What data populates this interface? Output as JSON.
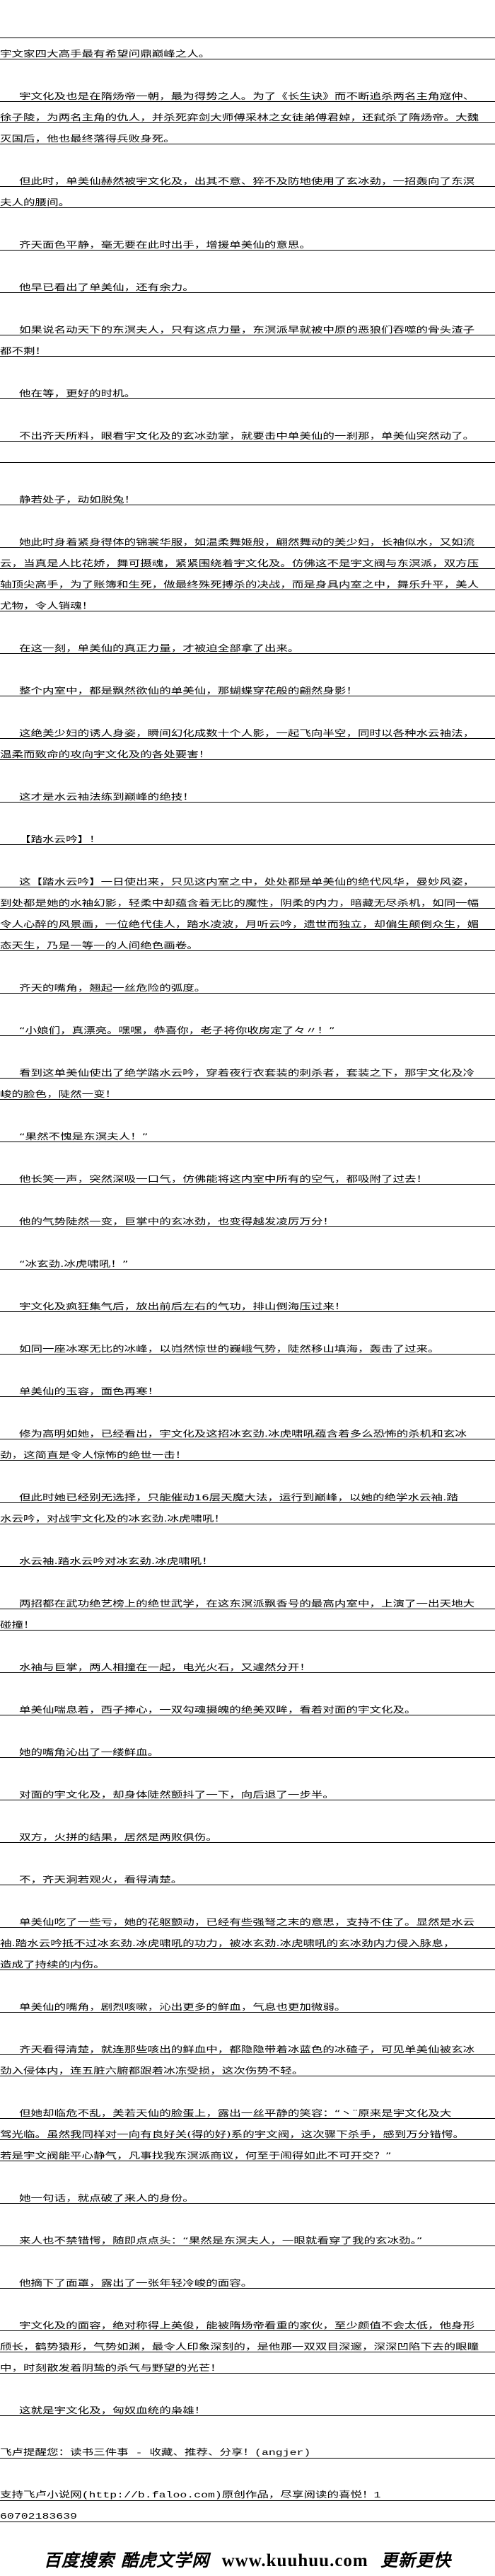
{
  "paragraphs": [
    {
      "indent_first": false,
      "lines": [
        "",
        "宇文家四大高手最有希望问鼎巅峰之人。"
      ]
    },
    {
      "lines": [
        "宇文化及也是在隋炀帝一朝，最为得势之人。为了《长生诀》而不断追杀两名主角寇仲、",
        "徐子陵，为两名主角的仇人，并杀死弈剑大师傅采林之女徒弟傅君婥，还弑杀了隋炀帝。大魏",
        "灭国后，他也最终落得兵败身死。"
      ]
    },
    {
      "lines": [
        "但此时，单美仙赫然被宇文化及，出其不意、猝不及防地使用了玄冰劲，一招轰向了东溟",
        "夫人的腰间。"
      ]
    },
    {
      "lines": [
        "齐天面色平静，毫无要在此时出手，增援单美仙的意思。"
      ]
    },
    {
      "lines": [
        "他早已看出了单美仙，还有余力。"
      ]
    },
    {
      "lines": [
        "如果说名动天下的东溟夫人，只有这点力量，东溟派早就被中原的恶狼们吞噬的骨头渣子",
        "都不剩！"
      ]
    },
    {
      "lines": [
        "他在等，更好的时机。"
      ]
    },
    {
      "extra_rule": true,
      "lines": [
        "不出齐天所料，眼看宇文化及的玄冰劲掌，就要击中单美仙的一刹那，单美仙突然动了。"
      ]
    },
    {
      "lines": [
        "静若处子，动如脱兔！"
      ]
    },
    {
      "lines": [
        "她此时身着紧身得体的锦裳华服，如温柔舞姬般，翩然舞动的美少妇，长袖似水，又如流",
        "云，当真是人比花娇，舞可摄魂，紧紧围绕着宇文化及。仿佛这不是宇文阀与东溟派，双方压",
        "轴顶尖高手，为了账簿和生死，做最终殊死搏杀的决战，而是身具内室之中，舞乐升平，美人",
        "尤物，令人销魂！"
      ]
    },
    {
      "lines": [
        "在这一刻，单美仙的真正力量，才被迫全部拿了出来。"
      ]
    },
    {
      "lines": [
        "整个内室中，都是飘然欲仙的单美仙，那蝴蝶穿花般的翩然身影！"
      ]
    },
    {
      "lines": [
        "这绝美少妇的诱人身姿，瞬间幻化成数十个人影，一起飞向半空，同时以各种水云袖法，",
        "温柔而致命的攻向宇文化及的各处要害！"
      ]
    },
    {
      "lines": [
        "这才是水云袖法练到巅峰的绝技！"
      ]
    },
    {
      "lines": [
        "【踏水云吟】！"
      ]
    },
    {
      "lines": [
        "这【踏水云吟】一日使出来，只见这内室之中，处处都是单美仙的绝代风华，曼妙风姿，",
        "到处都是她的水袖幻影，轻柔中却蕴含着无比的魔性，阴柔的内力，暗藏无尽杀机，如同一幅",
        "令人心醉的风景画，一位绝代佳人，踏水凌波，月听云吟，遗世而独立，却偏生颠倒众生，媚",
        "态天生，乃是一等一的人间绝色画卷。"
      ]
    },
    {
      "lines": [
        "齐天的嘴角，翘起一丝危险的弧度。"
      ]
    },
    {
      "lines": [
        "“小娘们，真漂亮。嘿嘿，恭喜你，老子将你收房定了々〃！”"
      ]
    },
    {
      "lines": [
        "看到这单美仙使出了绝学踏水云吟，穿着夜行衣套装的刺杀者，套装之下，那宇文化及冷",
        "峻的脸色，陡然一变！"
      ]
    },
    {
      "lines": [
        "“果然不愧是东溟夫人！”"
      ]
    },
    {
      "lines": [
        "他长笑一声，突然深吸一口气，仿佛能将这内室中所有的空气，都吸附了过去！"
      ]
    },
    {
      "lines": [
        "他的气势陡然一变，巨掌中的玄冰劲，也变得越发凌厉万分！"
      ]
    },
    {
      "lines": [
        "“冰玄劲.冰虎啸吼！”"
      ]
    },
    {
      "lines": [
        "宇文化及疯狂集气后，放出前后左右的气功，排山倒海压过来！"
      ]
    },
    {
      "lines": [
        "如同一座冰寒无比的冰峰，以岿然惊世的巍峨气势，陡然移山填海，轰击了过来。"
      ]
    },
    {
      "lines": [
        "单美仙的玉容，面色再寒！"
      ]
    },
    {
      "lines": [
        "修为高明如她，已经看出，宇文化及这招冰玄劲.冰虎啸吼蕴含着多么恐怖的杀机和玄冰",
        "劲，这简直是令人惊怖的绝世一击！"
      ]
    },
    {
      "lines": [
        "但此时她已经别无选择，只能催动16层天魔大法，运行到巅峰，以她的绝学水云袖.踏",
        "水云吟，对战宇文化及的冰玄劲.冰虎啸吼！"
      ]
    },
    {
      "lines": [
        "水云袖.踏水云吟对冰玄劲.冰虎啸吼！"
      ]
    },
    {
      "lines": [
        "两招都在武功绝艺榜上的绝世武学，在这东溟派飘香号的最高内室中，上演了一出天地大",
        "碰撞！"
      ]
    },
    {
      "lines": [
        "水袖与巨掌，两人相撞在一起，电光火石，又遽然分开！"
      ]
    },
    {
      "lines": [
        "单美仙喘息着，西子捧心，一双勾魂摄魄的绝美双眸，看着对面的宇文化及。"
      ]
    },
    {
      "lines": [
        "她的嘴角沁出了一缕鲜血。"
      ]
    },
    {
      "lines": [
        "对面的宇文化及，却身体陡然颤抖了一下，向后退了一步半。"
      ]
    },
    {
      "lines": [
        "双方，火拼的结果，居然是两败俱伤。"
      ]
    },
    {
      "lines": [
        "不，齐天洞若观火，看得清楚。"
      ]
    },
    {
      "lines": [
        "单美仙吃了一些亏，她的花躯颤动，已经有些强弩之末的意思，支持不住了。显然是水云",
        "袖.踏水云吟抵不过冰玄劲.冰虎啸吼的功力，被冰玄劲.冰虎啸吼的玄冰劲内力侵入脉息，",
        "造成了持续的内伤。"
      ]
    },
    {
      "lines": [
        "单美仙的嘴角，剧烈咳嗽，沁出更多的鲜血，气息也更加微弱。"
      ]
    },
    {
      "lines": [
        "齐天看得清楚，就连那些咳出的鲜血中，都隐隐带着冰蓝色的冰碴子，可见单美仙被玄冰",
        "劲入侵体内，连五脏六腑都跟着冰冻受损，这次伤势不轻。"
      ]
    },
    {
      "lines": [
        "但她却临危不乱，美若天仙的脸蛋上，露出一丝平静的笑容：“丶¨原来是宇文化及大",
        "驾光临。虽然我同样对一向有良好关(得的好)系的宇文阀，这次骤下杀手，感到万分错愕。",
        "若是宇文阀能平心静气，凡事找我东溟派商议，何至于闹得如此不可开交？”"
      ]
    },
    {
      "lines": [
        "她一句话，就点破了来人的身份。"
      ]
    },
    {
      "lines": [
        "来人也不禁错愕，随即点点头：“果然是东溟夫人，一眼就看穿了我的玄冰劲。”"
      ]
    },
    {
      "lines": [
        "他摘下了面罩，露出了一张年轻冷峻的面容。"
      ]
    },
    {
      "lines": [
        "宇文化及的面容，绝对称得上英俊，能被隋炀帝看重的家伙，至少颜值不会太低，他身形",
        "颀长，鹤势猿形，气势如渊，最令人印象深刻的，是他那一双双目深邃，深深凹陷下去的眼瞳",
        "中，时刻散发着阴鸷的杀气与野望的光芒！"
      ]
    },
    {
      "lines": [
        "这就是宇文化及，匈奴血统的枭雄！"
      ]
    }
  ],
  "footer": {
    "reminder": "飞卢提醒您：读书三件事 - 收藏、推荐、分享！(angjer)",
    "support_lines": [
      "支持飞卢小说网(http://b.faloo.com)原创作品，尽享阅读的喜悦！1",
      "60702183639"
    ]
  },
  "banner": {
    "left": "百度搜索 酷虎文学网",
    "url": "www.kuuhuu.com",
    "right": "更新更快"
  }
}
